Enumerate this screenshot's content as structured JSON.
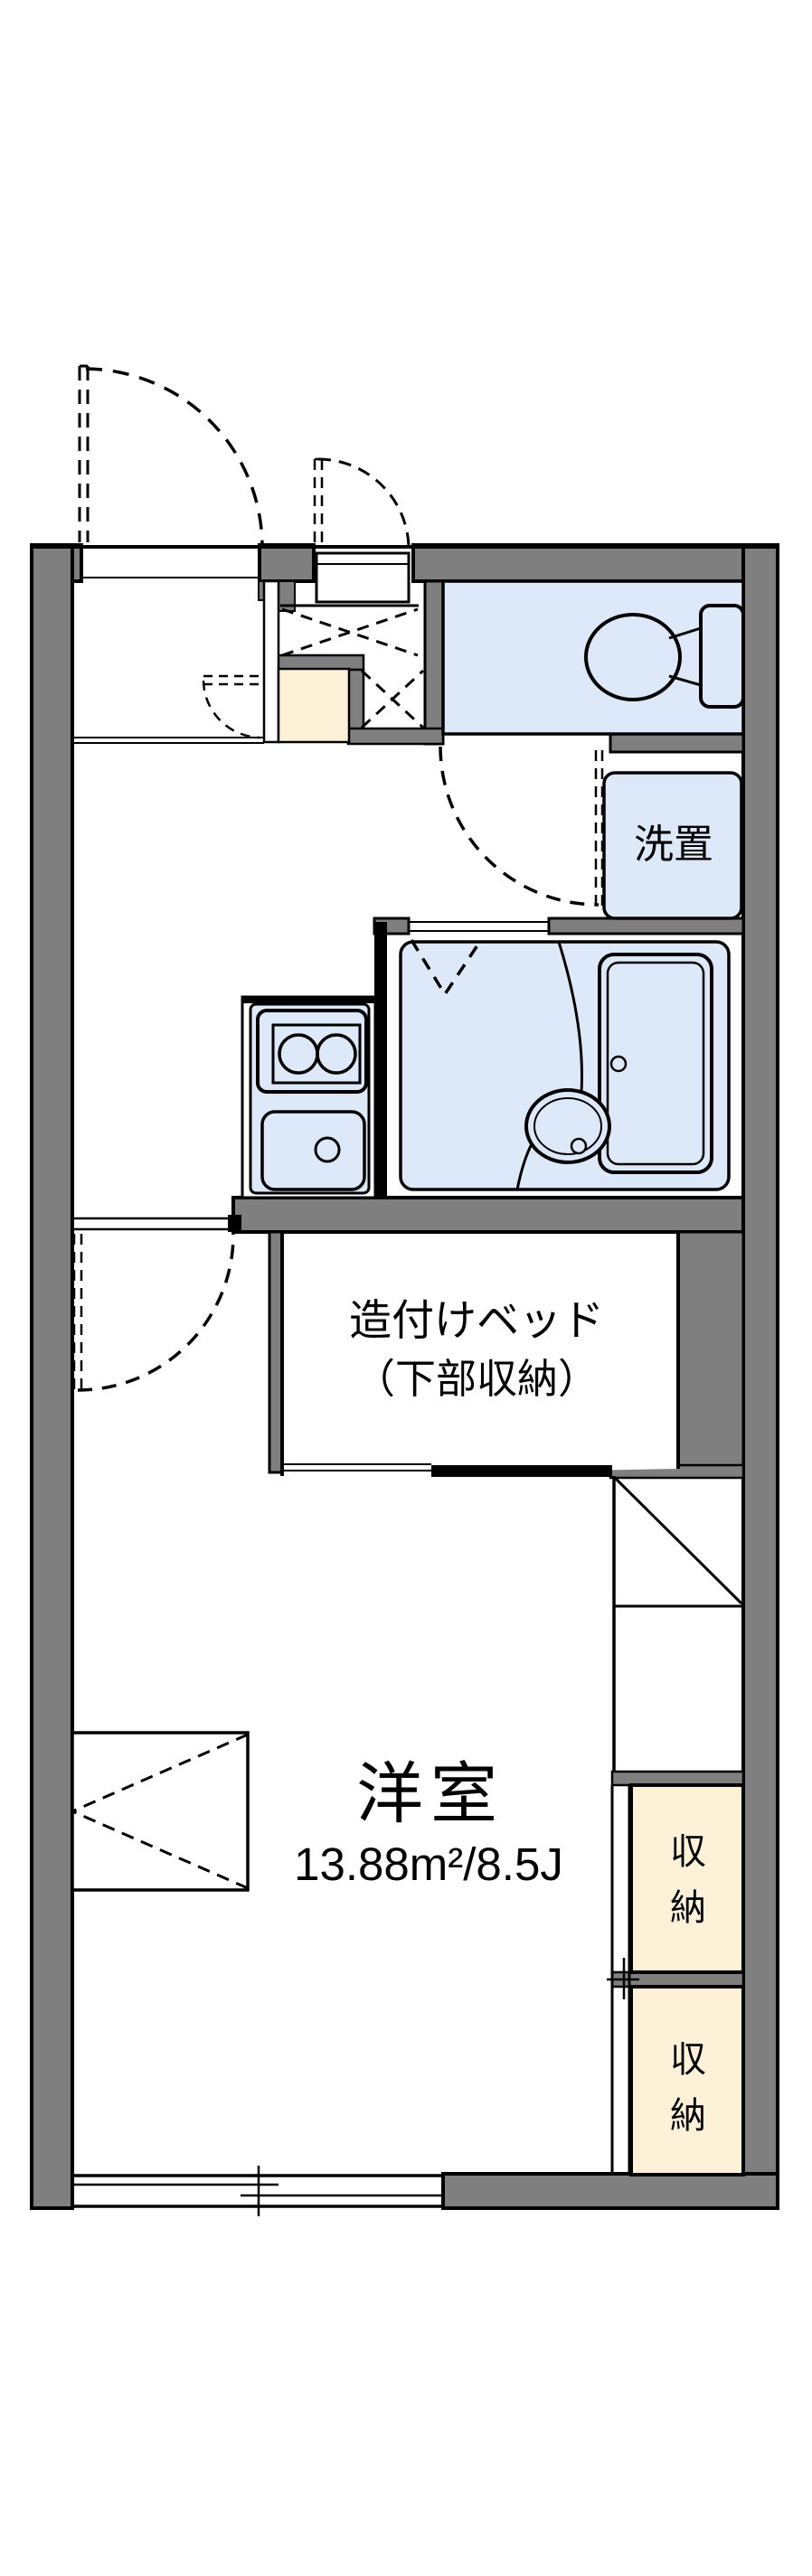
{
  "plan": {
    "colors": {
      "wall": "#7f7f7f",
      "fixture": "#dde9f9",
      "storage": "#fdf2d8",
      "line": "#000000",
      "background": "#ffffff"
    },
    "labels": {
      "bed_line1": "造付けベッド",
      "bed_line2": "（下部収納）",
      "washer": "洗置",
      "room_name": "洋室",
      "room_size": "13.88m²/8.5J",
      "closet_upper_char1": "収",
      "closet_upper_char2": "納",
      "closet_lower_char1": "収",
      "closet_lower_char2": "納"
    }
  }
}
